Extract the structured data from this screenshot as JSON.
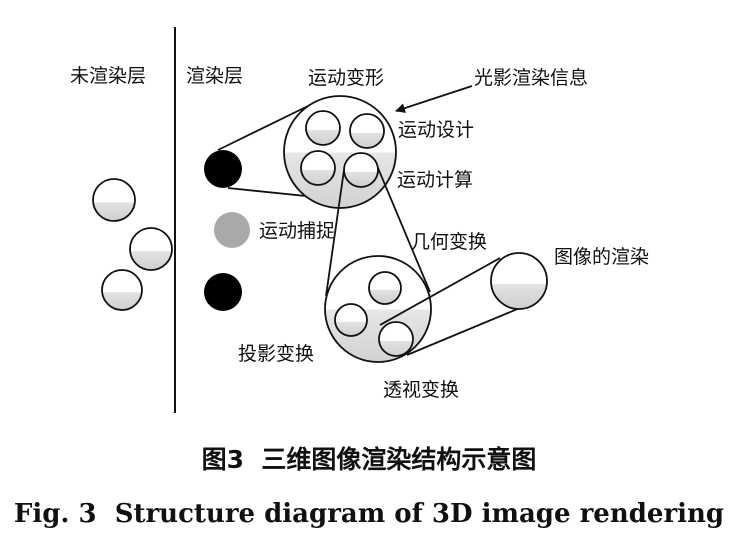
{
  "layers": {
    "unrendered": "未渲染层",
    "rendered": "渲染层"
  },
  "labels": {
    "motion_transform": "运动变形",
    "light_info": "光影渲染信息",
    "motion_design": "运动设计",
    "motion_compute": "运动计算",
    "motion_capture": "运动捕捉",
    "geometric_transform": "几何变换",
    "image_render": "图像的渲染",
    "projection_transform": "投影变换",
    "perspective_transform": "透视变换"
  },
  "caption": {
    "cn": "图3  三维图像渲染结构示意图",
    "en": "Fig. 3  Structure diagram of 3D image rendering"
  },
  "colors": {
    "stroke": "#111111",
    "fill_gradient_top": "#ffffff",
    "fill_gradient_bottom": "#d8d8d8",
    "gray_dot": "#a9a9a9",
    "black_dot": "#000000"
  }
}
